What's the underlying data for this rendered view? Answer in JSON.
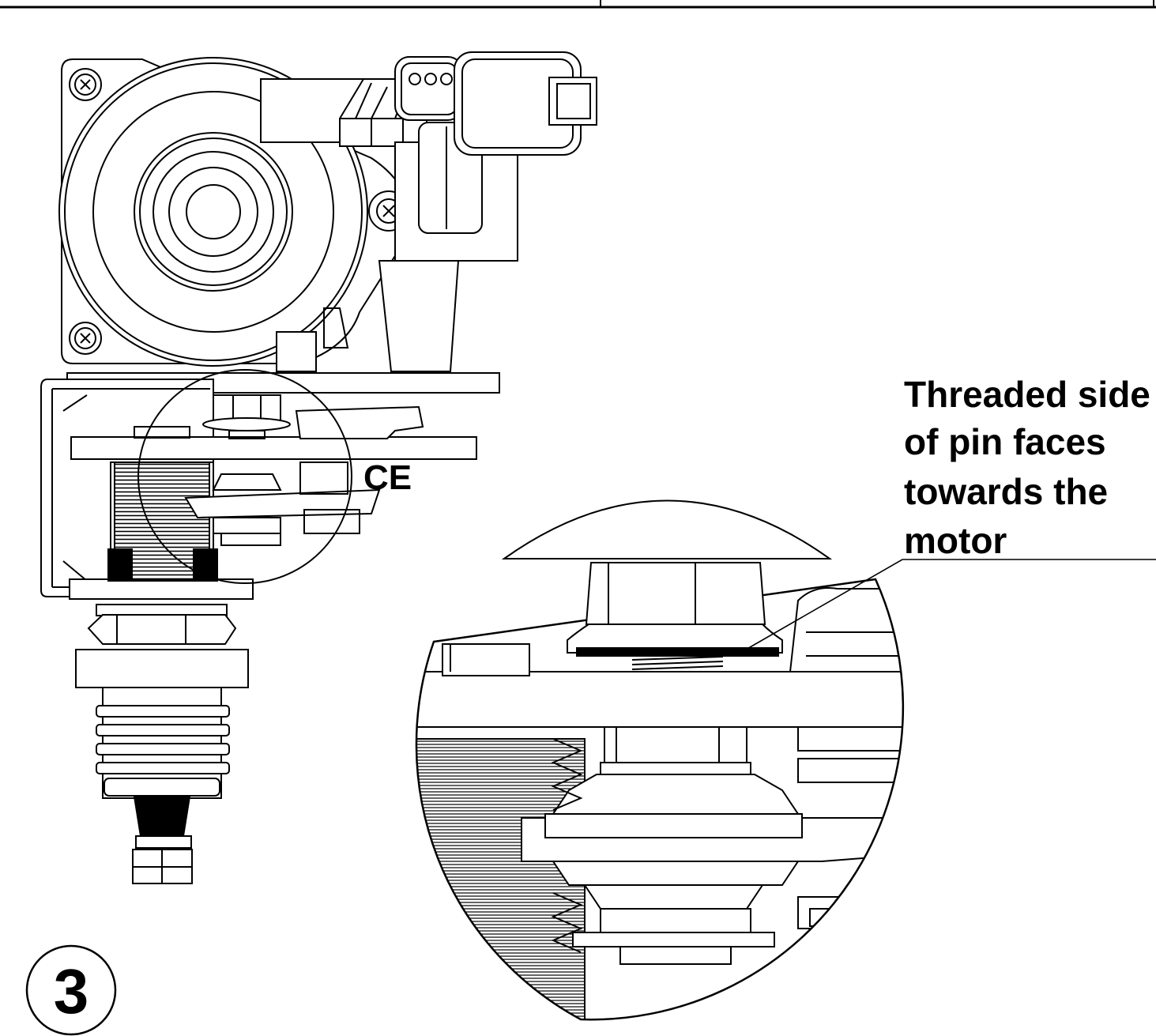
{
  "callout": {
    "lines": [
      "Threaded side",
      "of pin faces",
      "towards the",
      "motor"
    ]
  },
  "step_number": "3",
  "marking": "CE",
  "colors": {
    "ink": "#000000",
    "paper": "#ffffff"
  }
}
